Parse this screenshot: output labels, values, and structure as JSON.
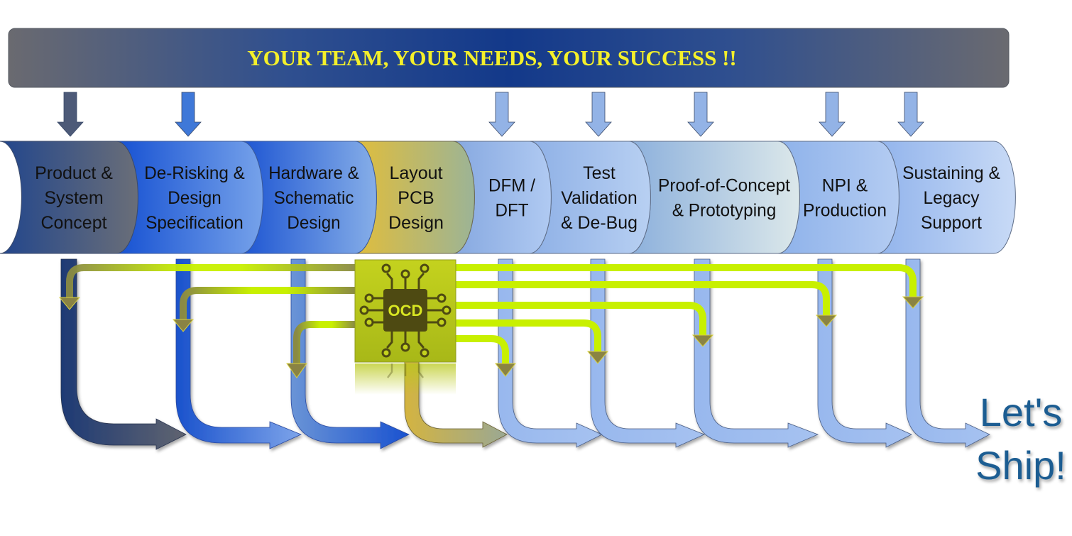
{
  "banner": {
    "title": "YOUR TEAM, YOUR NEEDS, YOUR SUCCESS !!"
  },
  "stages": [
    {
      "id": "product-system-concept",
      "lines": [
        "Product &",
        "System",
        "Concept"
      ]
    },
    {
      "id": "de-risking-design-specification",
      "lines": [
        "De-Risking &",
        "Design",
        "Specification"
      ]
    },
    {
      "id": "hardware-schematic-design",
      "lines": [
        "Hardware &",
        "Schematic",
        "Design"
      ]
    },
    {
      "id": "layout-pcb-design",
      "lines": [
        "Layout",
        "PCB",
        "Design"
      ]
    },
    {
      "id": "dfm-dft",
      "lines": [
        "DFM /",
        "DFT"
      ]
    },
    {
      "id": "test-validation-debug",
      "lines": [
        "Test",
        "Validation",
        "& De-Bug"
      ]
    },
    {
      "id": "proof-of-concept-prototyping",
      "lines": [
        "Proof-of-Concept",
        "& Prototyping"
      ]
    },
    {
      "id": "npi-production",
      "lines": [
        "NPI &",
        "Production"
      ]
    },
    {
      "id": "sustaining-legacy-support",
      "lines": [
        "Sustaining &",
        "Legacy",
        "Support"
      ]
    }
  ],
  "chip": {
    "label": "OCD"
  },
  "ship": {
    "line1": "Let's",
    "line2": "Ship!"
  },
  "colors": {
    "banner_edge": "#6a6a70",
    "banner_center": "#13398a",
    "banner_text": "#f4f02a",
    "dark_navy": "#243f78",
    "royal_blue": "#1a52cc",
    "gold": "#d4b843",
    "light_blue": "#a8c4ee",
    "chip_green": "#b9c81a",
    "chip_dark": "#4e4a12",
    "connector_lime": "#c9f400",
    "ship_text": "#1d5d92"
  }
}
